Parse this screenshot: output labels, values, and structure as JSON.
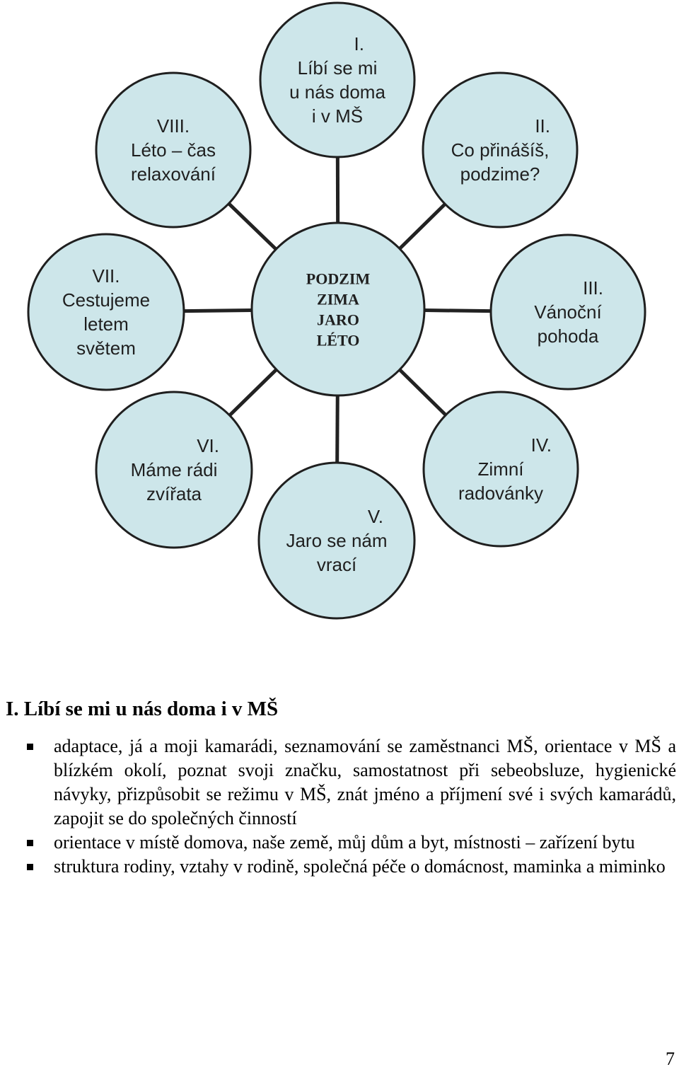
{
  "diagram": {
    "center": {
      "lines": [
        "PODZIM",
        "ZIMA",
        "JARO",
        "LÉTO"
      ]
    },
    "nodes": [
      {
        "id": "I",
        "lines": [
          "I.",
          "Líbí se mi",
          "u nás doma",
          "i v MŠ"
        ]
      },
      {
        "id": "II",
        "lines": [
          "II.",
          "Co přinášíš,",
          "podzime?"
        ]
      },
      {
        "id": "III",
        "lines": [
          "III.",
          "Vánoční",
          "pohoda"
        ]
      },
      {
        "id": "IV",
        "lines": [
          "IV.",
          "Zimní",
          "radovánky"
        ]
      },
      {
        "id": "V",
        "lines": [
          "V.",
          "Jaro se nám",
          "vrací"
        ]
      },
      {
        "id": "VI",
        "lines": [
          "VI.",
          "Máme rádi",
          "zvířata"
        ]
      },
      {
        "id": "VII",
        "lines": [
          "VII.",
          "Cestujeme",
          "letem",
          "světem"
        ]
      },
      {
        "id": "VIII",
        "lines": [
          "VIII.",
          "Léto – čas",
          "relaxování"
        ]
      }
    ],
    "colors": {
      "fill": "#cde6ea",
      "stroke": "#1f1f1f",
      "connector": "#222222"
    }
  },
  "section": {
    "title": "I. Líbí se mi u nás doma i v MŠ",
    "items": [
      "adaptace, já a moji kamarádi, seznamování  se zaměstnanci MŠ, orientace v MŠ a blízkém okolí, poznat svoji značku, samostatnost při sebeobsluze, hygienické návyky, přizpůsobit se režimu v MŠ, znát jméno a příjmení své i svých kamarádů, zapojit se do společných činností",
      "orientace v místě domova, naše země, můj dům a byt, místnosti – zařízení bytu",
      "struktura rodiny, vztahy v rodině, společná péče o domácnost, maminka a miminko"
    ]
  },
  "page_number": "7"
}
